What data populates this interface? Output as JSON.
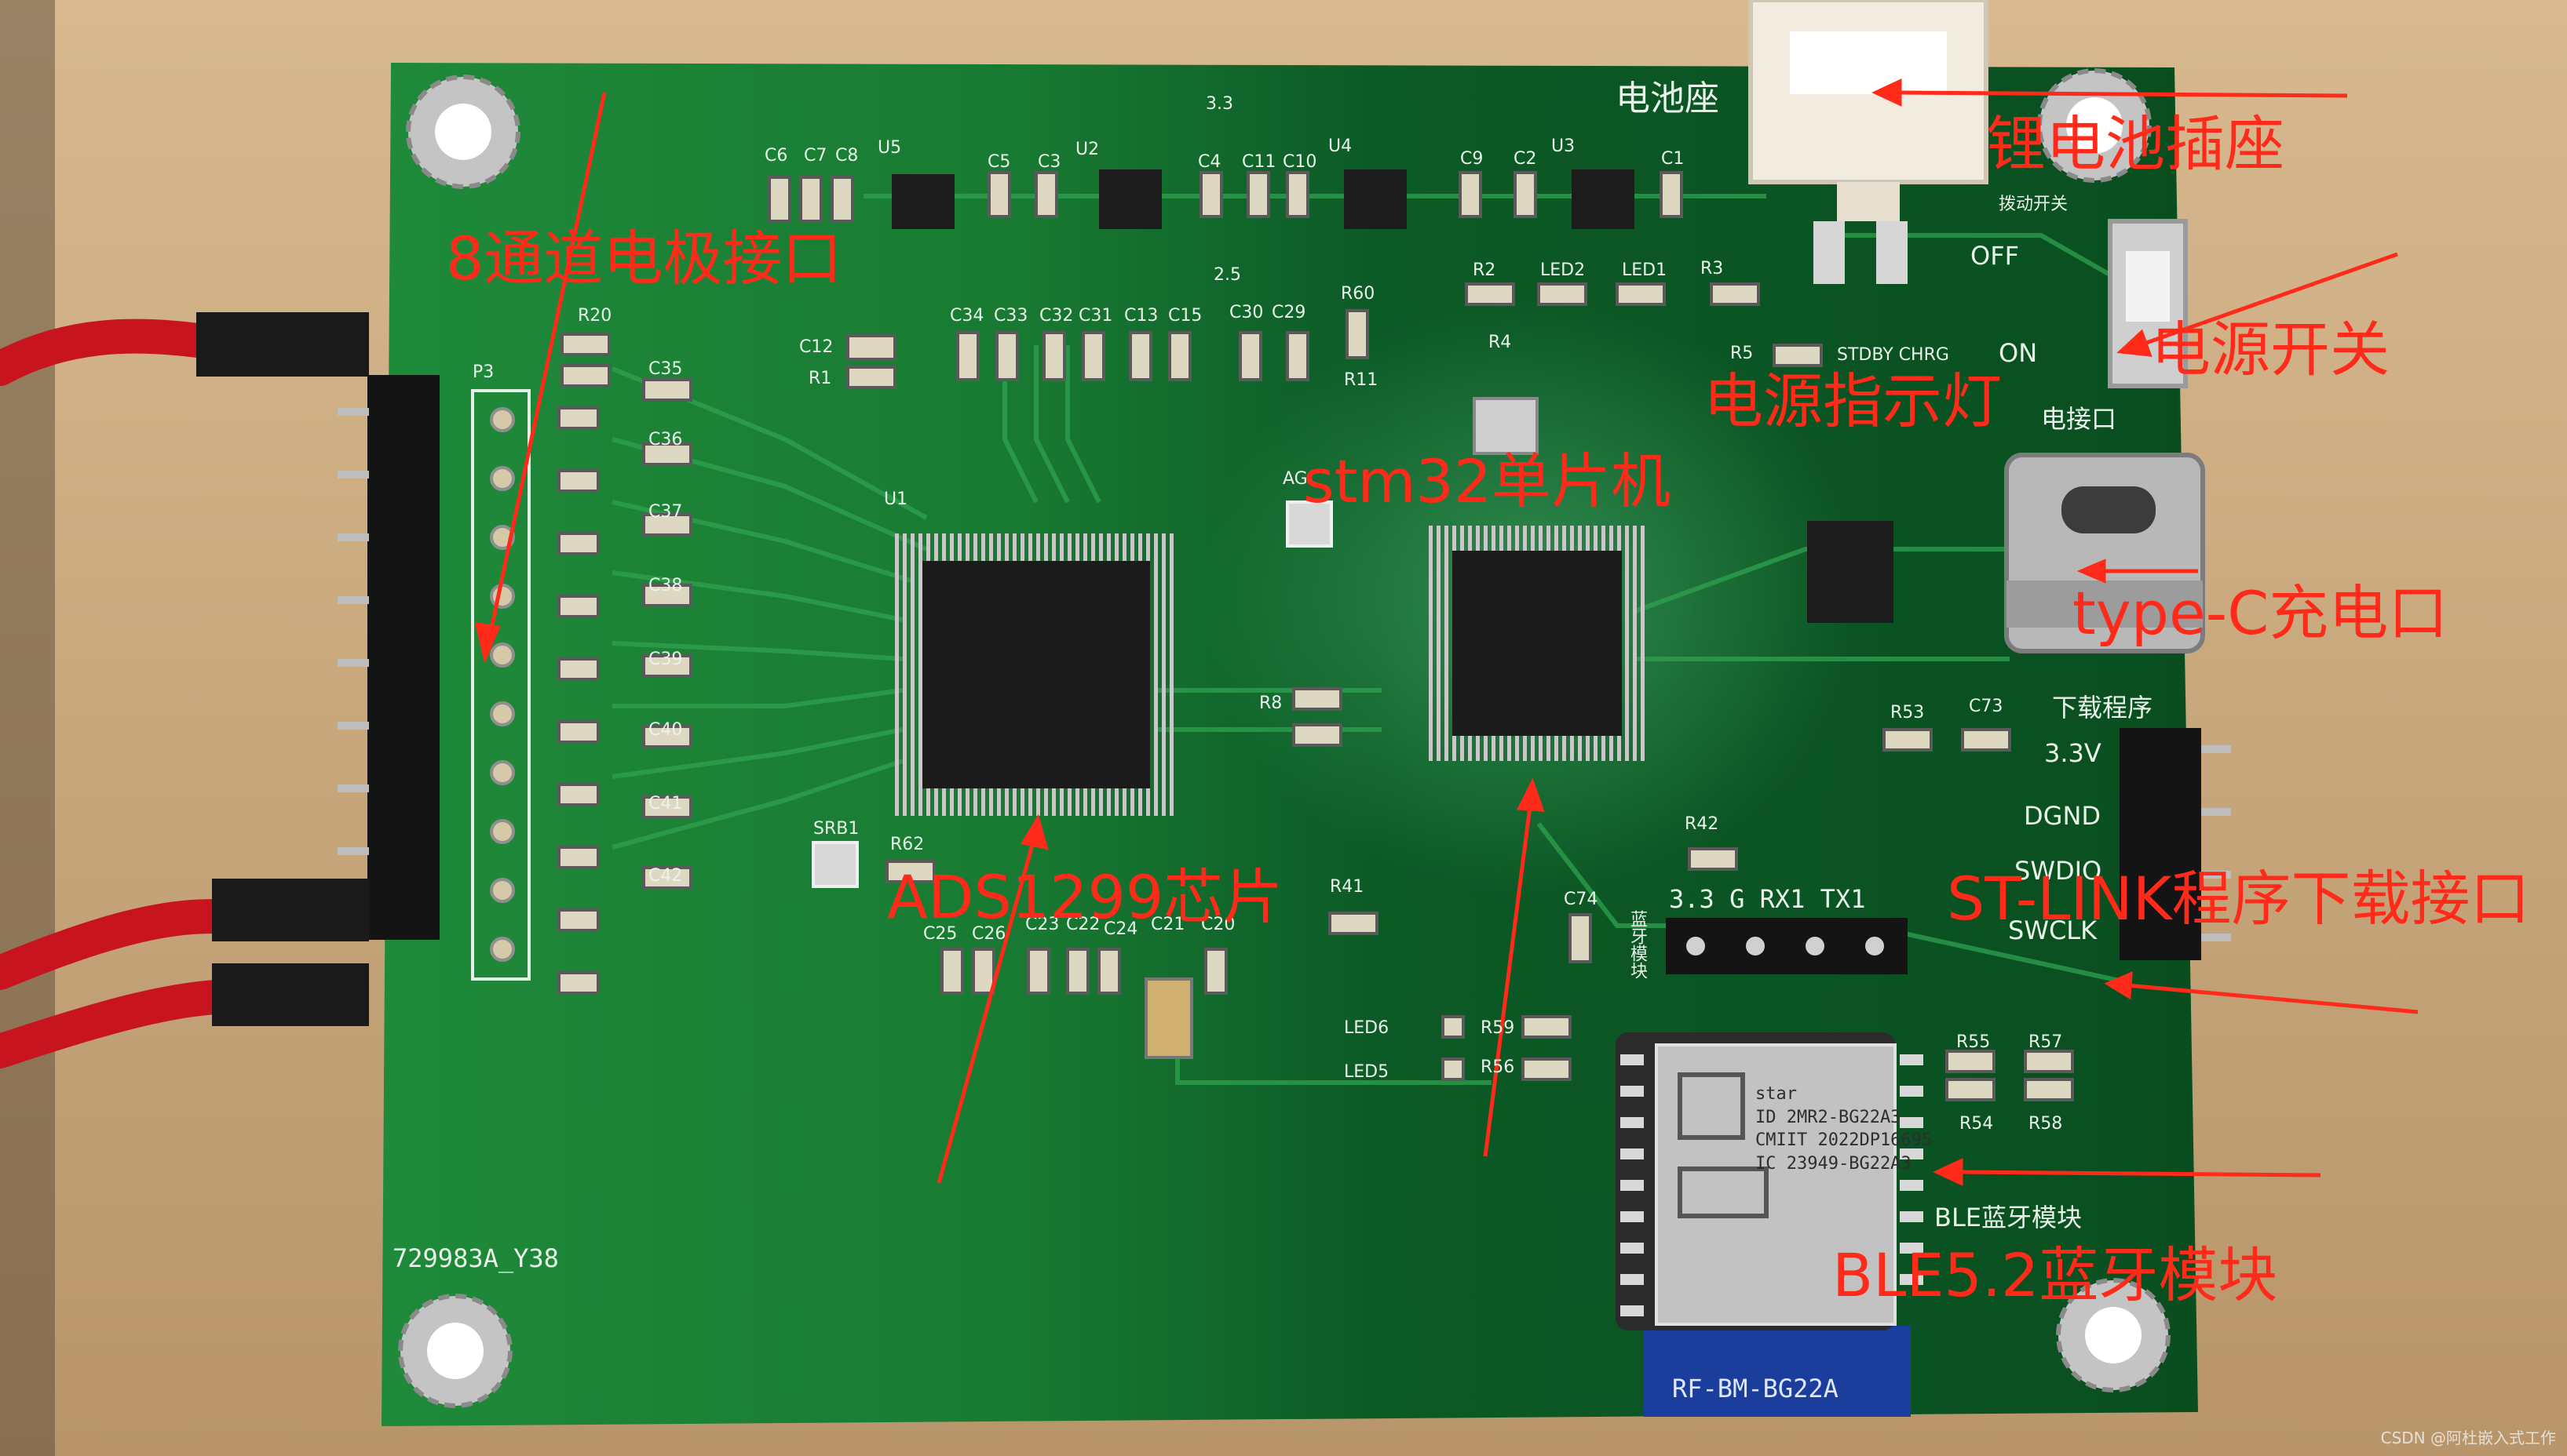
{
  "board": {
    "battery_socket_silk": "电池座",
    "p3_label": "P3",
    "u1_label": "U1",
    "ble_module_silk": "BLE蓝牙模块",
    "download_silk": "下载程序",
    "pin_33": "3.3V",
    "pin_dgnd": "DGND",
    "pin_swdio": "SWDIO",
    "pin_swclk": "SWCLK",
    "off_label": "OFF",
    "on_label": "ON",
    "stdby_chrg": "STDBY CHRG",
    "ble_header_pins": "3.3  G  RX1 TX1",
    "ble_header_side": "蓝牙模块",
    "switch_silk": "拨动开关",
    "usb_silk": "电接口",
    "board_id": "729983A_Y38",
    "module_bottom": "RF-BM-BG22A",
    "module_text": "star\nID 2MR2-BG22A3\nCMIIT 2022DP16695\nIC 23949-BG22A3",
    "refs": {
      "c6": "C6",
      "c7": "C7",
      "c8": "C8",
      "u5": "U5",
      "c5": "C5",
      "c3": "C3",
      "u2": "U2",
      "c4": "C4",
      "c11": "C11",
      "c10": "C10",
      "u4": "U4",
      "c9": "C9",
      "c2": "C2",
      "u3": "U3",
      "c1": "C1",
      "v33": "3.3",
      "v25": "2.5",
      "r20": "R20",
      "c12": "C12",
      "r1": "R1",
      "c34": "C34",
      "c33": "C33",
      "c32": "C32",
      "c31": "C31",
      "c13": "C13",
      "c15": "C15",
      "c30": "C30",
      "c29": "C29",
      "r60": "R60",
      "r2": "R2",
      "led2": "LED2",
      "led1": "LED1",
      "r3": "R3",
      "r4": "R4",
      "r5": "R5",
      "c35": "C35",
      "c36": "C36",
      "c37": "C37",
      "c38": "C38",
      "c39": "C39",
      "c40": "C40",
      "c41": "C41",
      "c42": "C42",
      "srb1": "SRB1",
      "r62": "R62",
      "r41": "R41",
      "c74": "C74",
      "r42": "R42",
      "r53": "R53",
      "c73": "C73",
      "led6": "LED6",
      "led5": "LED5",
      "r59": "R59",
      "r56": "R56",
      "r55": "R55",
      "r57": "R57",
      "r54": "R54",
      "r58": "R58",
      "c25": "C25",
      "c26": "C26",
      "c23": "C23",
      "c22": "C22",
      "c24": "C24",
      "c21": "C21",
      "c20": "C20",
      "agnd": "AG",
      "r11": "R11",
      "r8": "R8"
    }
  },
  "annotations": {
    "battery_socket": "锂电池插座",
    "electrode_interface": "8通道电极接口",
    "power_switch": "电源开关",
    "power_led": "电源指示灯",
    "stm32": "stm32单片机",
    "type_c": "type-C充电口",
    "ads1299": "ADS1299芯片",
    "st_link": "ST-LINK程序下载接口",
    "ble52": "BLE5.2蓝牙模块"
  },
  "watermark": "CSDN @阿杜嵌入式工作"
}
